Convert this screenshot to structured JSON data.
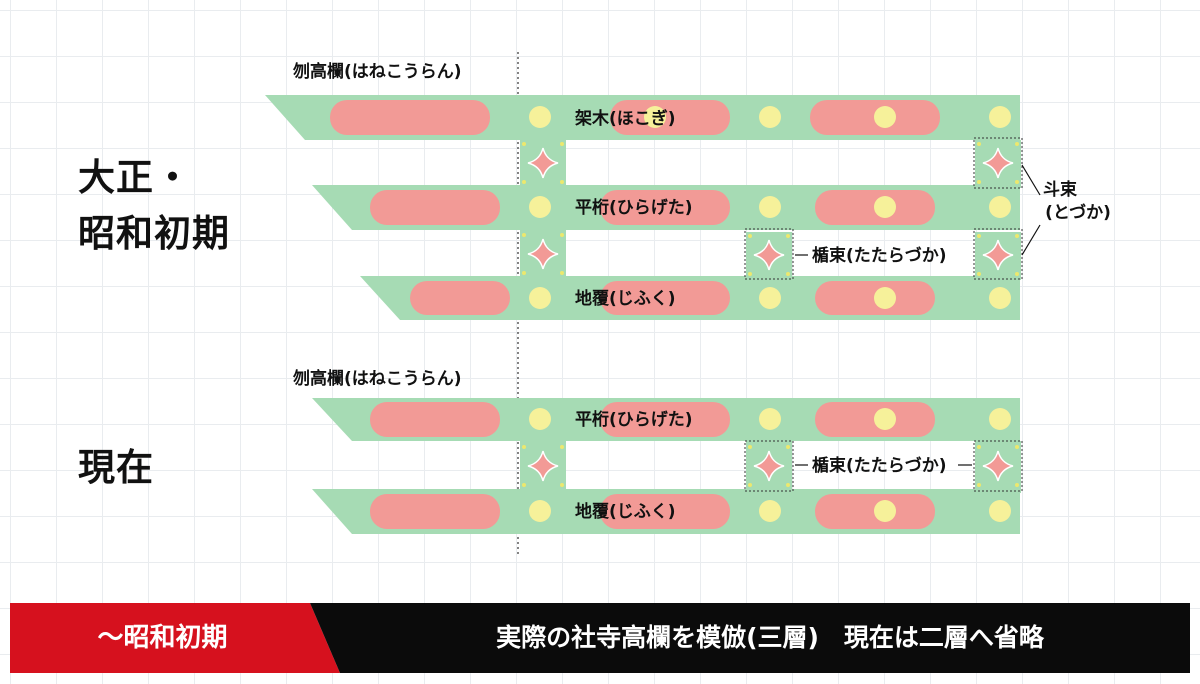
{
  "colors": {
    "beam_green": "#a6dbb4",
    "beam_red": "#f29a96",
    "circle_yellow": "#f6f19a",
    "dot_yellow": "#ece86e",
    "dark_green": "#6fbf86",
    "banner_red": "#d6111e",
    "banner_black": "#0b0b0b"
  },
  "eras": {
    "taisho": {
      "label_line1": "大正・",
      "label_line2": "昭和初期",
      "top_label": "刎高欄(はねこうらん)",
      "beams": [
        {
          "label": "架木(ほこぎ)"
        },
        {
          "label": "平桁(ひらげた)"
        },
        {
          "label": "地覆(じふく)"
        }
      ],
      "post_labels": {
        "tatara": "楯束(たたらづか)",
        "to": "斗束\n(とづか)"
      }
    },
    "genzai": {
      "label": "現在",
      "top_label": "刎高欄(はねこうらん)",
      "beams": [
        {
          "label": "平桁(ひらげた)"
        },
        {
          "label": "地覆(じふく)"
        }
      ],
      "post_labels": {
        "tatara": "楯束(たたらづか)"
      }
    }
  },
  "banner": {
    "left_text": "〜昭和初期",
    "right_text": "実際の社寺高欄を模倣(三層)　現在は二層へ省略"
  }
}
